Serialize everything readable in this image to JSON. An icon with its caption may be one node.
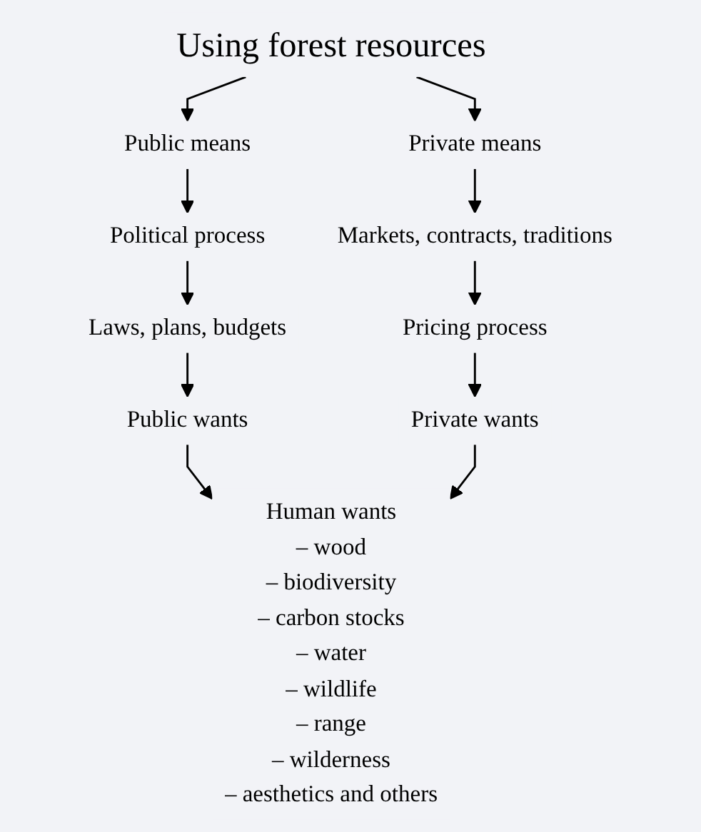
{
  "diagram": {
    "nodes": [
      {
        "text": [
          "Using forest resources"
        ]
      },
      {
        "text": [
          "Public means"
        ]
      },
      {
        "text": [
          "Private means"
        ]
      },
      {
        "text": [
          "Political process"
        ]
      },
      {
        "text": [
          "Markets, contracts, traditions"
        ]
      },
      {
        "text": [
          "Laws, plans, budgets"
        ]
      },
      {
        "text": [
          "Pricing process"
        ]
      },
      {
        "text": [
          "Public wants"
        ]
      },
      {
        "text": [
          "Private wants"
        ]
      },
      {
        "text": [
          "Human wants",
          "– wood",
          "– biodiversity",
          "– carbon stocks",
          "– water",
          "– wildlife",
          "– range",
          "– wilderness",
          "– aesthetics and others"
        ]
      }
    ],
    "edges": [
      {
        "from": 0,
        "to": 1,
        "arrow": "to"
      },
      {
        "from": 0,
        "to": 2,
        "arrow": "to"
      },
      {
        "from": 1,
        "to": 3,
        "arrow": "to"
      },
      {
        "from": 3,
        "to": 5,
        "arrow": "to"
      },
      {
        "from": 5,
        "to": 7,
        "arrow": "to"
      },
      {
        "from": 2,
        "to": 4,
        "arrow": "to"
      },
      {
        "from": 4,
        "to": 6,
        "arrow": "to"
      },
      {
        "from": 6,
        "to": 8,
        "arrow": "to"
      },
      {
        "from": 7,
        "to": 9,
        "arrow": "to"
      },
      {
        "from": 8,
        "to": 9,
        "arrow": "to"
      }
    ]
  }
}
